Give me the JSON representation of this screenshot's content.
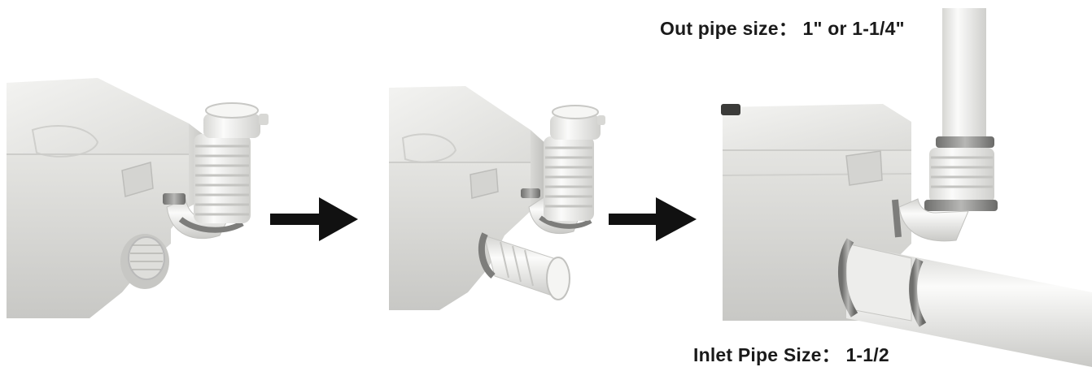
{
  "labels": {
    "out_pipe": "Out pipe size： 1\" or 1-1/4\"",
    "inlet_pipe": "Inlet Pipe Size： 1-1/2"
  },
  "steps": [
    {
      "name": "step-1-unit-with-bellows-outlet"
    },
    {
      "name": "step-2-unit-with-inlet-adapter"
    },
    {
      "name": "step-3-unit-with-pipes-connected"
    }
  ],
  "colors": {
    "background": "#ffffff",
    "unit_body": "#e6e6e3",
    "unit_shadow": "#c9c9c6",
    "pipe": "#eeeeec",
    "clamp": "#8a8a88",
    "arrow": "#111111",
    "text": "#1a1a1a"
  }
}
